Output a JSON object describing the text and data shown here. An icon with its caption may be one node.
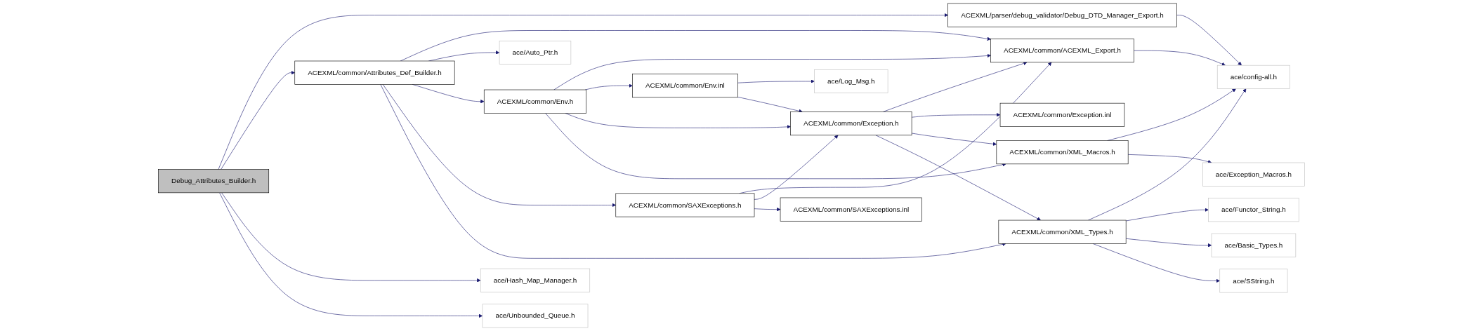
{
  "diagram": {
    "nodes": [
      {
        "text": [
          "Debug_Attributes_Builder.h"
        ]
      },
      {
        "text": [
          "ACEXML/parser/debug_validator/Debug_DTD_Manager_Export.h"
        ]
      },
      {
        "text": [
          "ACEXML/common/Attributes_Def_Builder.h"
        ]
      },
      {
        "text": [
          "ace/Hash_Map_Manager.h"
        ]
      },
      {
        "text": [
          "ace/Unbounded_Queue.h"
        ]
      },
      {
        "text": [
          "ace/Auto_Ptr.h"
        ]
      },
      {
        "text": [
          "ACEXML/common/Env.h"
        ]
      },
      {
        "text": [
          "ACEXML/common/Env.inl"
        ]
      },
      {
        "text": [
          "ace/Log_Msg.h"
        ]
      },
      {
        "text": [
          "ACEXML/common/SAXExceptions.h"
        ]
      },
      {
        "text": [
          "ACEXML/common/Exception.h"
        ]
      },
      {
        "text": [
          "ACEXML/common/SAXExceptions.inl"
        ]
      },
      {
        "text": [
          "ACEXML/common/ACEXML_Export.h"
        ]
      },
      {
        "text": [
          "ACEXML/common/Exception.inl"
        ]
      },
      {
        "text": [
          "ACEXML/common/XML_Macros.h"
        ]
      },
      {
        "text": [
          "ACEXML/common/XML_Types.h"
        ]
      },
      {
        "text": [
          "ace/config-all.h"
        ]
      },
      {
        "text": [
          "ace/Exception_Macros.h"
        ]
      },
      {
        "text": [
          "ace/Functor_String.h"
        ]
      },
      {
        "text": [
          "ace/Basic_Types.h"
        ]
      },
      {
        "text": [
          "ace/SString.h"
        ]
      }
    ],
    "edges": [
      {
        "from": 0,
        "to": 1,
        "arrow": "to"
      },
      {
        "from": 0,
        "to": 2,
        "arrow": "to"
      },
      {
        "from": 0,
        "to": 3,
        "arrow": "to"
      },
      {
        "from": 0,
        "to": 4,
        "arrow": "to"
      },
      {
        "from": 1,
        "to": 16,
        "arrow": "to"
      },
      {
        "from": 2,
        "to": 12,
        "arrow": "to"
      },
      {
        "from": 2,
        "to": 5,
        "arrow": "to"
      },
      {
        "from": 2,
        "to": 6,
        "arrow": "to"
      },
      {
        "from": 2,
        "to": 9,
        "arrow": "to"
      },
      {
        "from": 2,
        "to": 15,
        "arrow": "to"
      },
      {
        "from": 6,
        "to": 12,
        "arrow": "to"
      },
      {
        "from": 6,
        "to": 7,
        "arrow": "to"
      },
      {
        "from": 6,
        "to": 10,
        "arrow": "to"
      },
      {
        "from": 6,
        "to": 14,
        "arrow": "to"
      },
      {
        "from": 7,
        "to": 8,
        "arrow": "to"
      },
      {
        "from": 7,
        "to": 10,
        "arrow": "to"
      },
      {
        "from": 9,
        "to": 12,
        "arrow": "to"
      },
      {
        "from": 9,
        "to": 10,
        "arrow": "to"
      },
      {
        "from": 9,
        "to": 11,
        "arrow": "to"
      },
      {
        "from": 10,
        "to": 12,
        "arrow": "to"
      },
      {
        "from": 10,
        "to": 13,
        "arrow": "to"
      },
      {
        "from": 10,
        "to": 14,
        "arrow": "to"
      },
      {
        "from": 10,
        "to": 15,
        "arrow": "to"
      },
      {
        "from": 12,
        "to": 16,
        "arrow": "to"
      },
      {
        "from": 14,
        "to": 16,
        "arrow": "to"
      },
      {
        "from": 14,
        "to": 17,
        "arrow": "to"
      },
      {
        "from": 15,
        "to": 16,
        "arrow": "to"
      },
      {
        "from": 15,
        "to": 18,
        "arrow": "to"
      },
      {
        "from": 15,
        "to": 19,
        "arrow": "to"
      },
      {
        "from": 15,
        "to": 20,
        "arrow": "to"
      }
    ]
  }
}
